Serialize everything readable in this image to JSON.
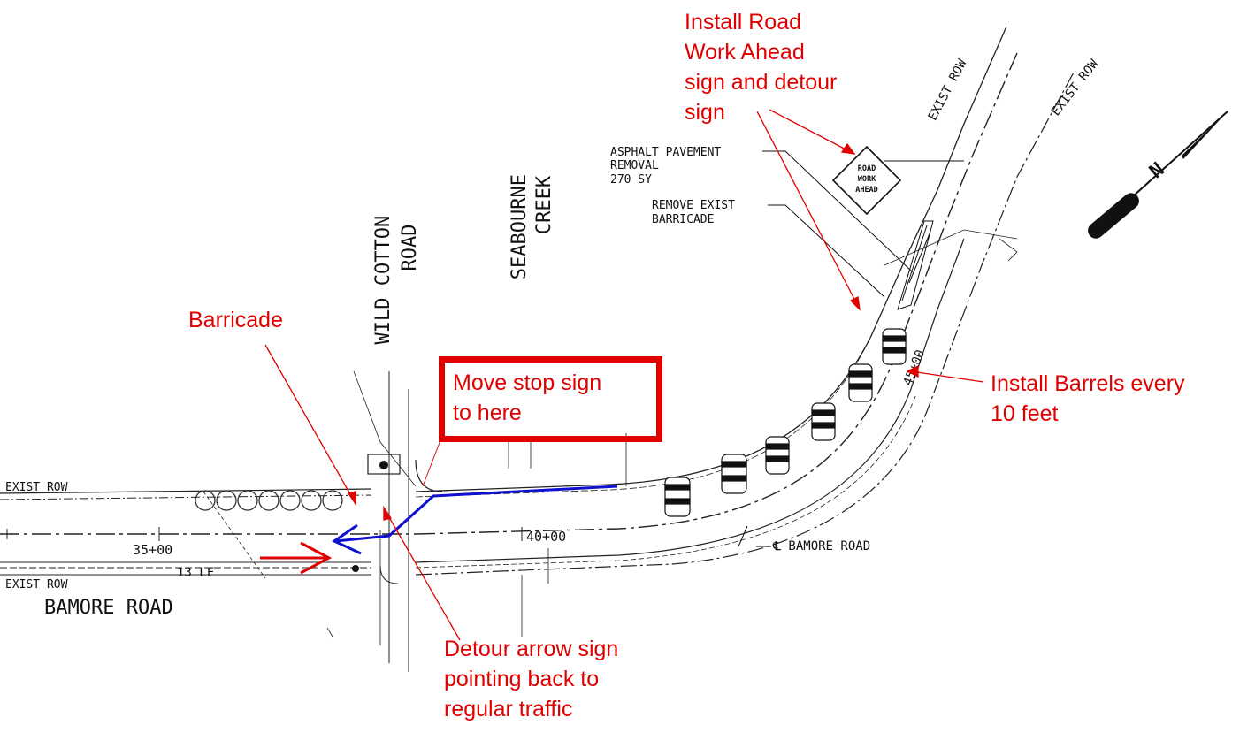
{
  "roads": {
    "wild_cotton": "WILD COTTON\nROAD",
    "seabourne": "SEABOURNE\nCREEK",
    "bamore": "BAMORE ROAD",
    "bamore_centerline": "℄ BAMORE ROAD",
    "exist_row": "EXIST ROW"
  },
  "stations": {
    "s35": "35+00",
    "s40": "40+00",
    "s45": "45+00"
  },
  "cad_notes": {
    "asphalt": "ASPHALT PAVEMENT\nREMOVAL\n270 SY",
    "remove_barricade": "REMOVE EXIST\nBARRICADE",
    "lf": "13 LF",
    "road_work_sign": "ROAD\nWORK\nAHEAD",
    "north": "N"
  },
  "annotations": {
    "road_work": "Install Road\nWork Ahead\nsign and detour\nsign",
    "barricade": "Barricade",
    "move_stop": "Move stop sign\nto here",
    "barrels": "Install Barrels every\n10 feet",
    "detour": "Detour arrow sign\npointing back to\nregular traffic"
  },
  "colors": {
    "annotation": "#e00000",
    "detour_route": "#1010d0",
    "linework": "#222222"
  }
}
